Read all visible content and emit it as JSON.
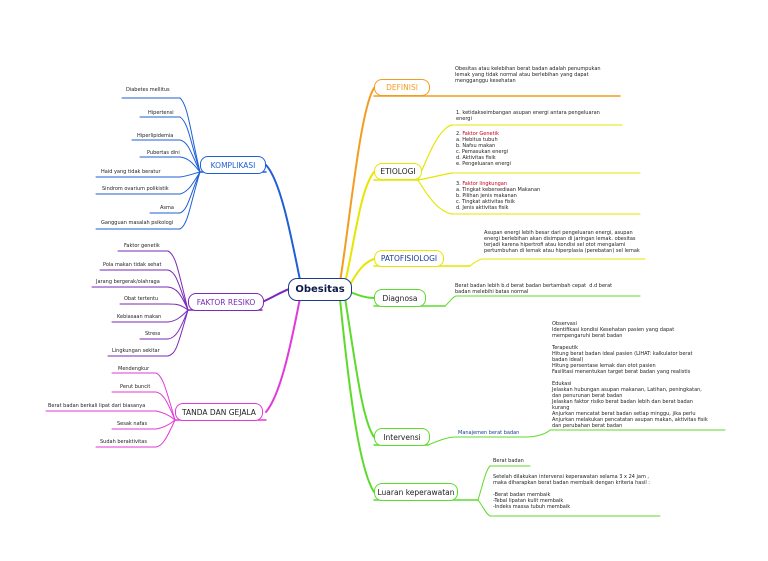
{
  "central": "Obesitas",
  "colors": {
    "definisi": "#f39c1f",
    "etiologi": "#e6e600",
    "patofisiologi": "#e6e600",
    "diagnosa": "#5ddb2b",
    "intervensi": "#5ddb2b",
    "luaran": "#5ddb2b",
    "komplikasi": "#1f5fd6",
    "faktor": "#7a2ab8",
    "tanda": "#e23ad8",
    "central_border": "#1b3a8f"
  },
  "definisi": {
    "label": "DEFINISI",
    "text": "Obesitas atau kelebihan berat badan adalah penumpukan\nlemak yang tidak normal atau berlebihan yang dapat\nmengganggu kesehatan"
  },
  "etiologi": {
    "label": "ETIOLOGI",
    "item1": "1. ketidakseimbangan asupan energi antara pengeluaran\nenergi",
    "item2_num": "2.",
    "item2_title": "Faktor Genetik",
    "item2_body": "a. Hebitus tubuh\nb. Nafsu makan\nc. Pemasukan energi\nd. Aktivitas fisik\ne. Pengeluaran energi",
    "item3_num": "3.",
    "item3_title": "Faktor lingkungan",
    "item3_body": "a. Tingkat kebersediaan Makanan\nb. Pilihan jenis makanan\nc. Tingkat aktivitas fisik\nd. Jenis aktivitas fisik"
  },
  "patofisiologi": {
    "label": "PATOFISIOLOGI",
    "text": "Asupan energi lebih besar dari pengeluaran energi, asupan\nenergi berlebihan akan disimpan di jaringan lemak. obesitas\nterjadi karena hipertrofi atau kondisi sel otot mengalami\npertumbuhan di lemak atau hiperplasia (perebatan) sel lemak"
  },
  "diagnosa": {
    "label": "Diagnosa",
    "text": "Berat badan lebih b.d berat badan bertambah cepat  d.d berat\nbadan melebihi batas normal"
  },
  "intervensi": {
    "label": "Intervensi",
    "sub": "Manajemen berat badan",
    "text": "Observasi\nIdentifikasi kondisi Kesehatan pasien yang dapat\nmempengaruhi berat badan\n\nTerapeutik\nHitung berat badan ideal pasien (LIHAT: kalkulator berat\nbadan ideal)\nHitung persentase lemak dan otot pasien\nFasilitasi menentukan target berat badan yang realistis\n\nEdukasi\nJelaskan hubungan asupan makanan, Latihan, peningkatan,\ndan penurunan berat badan\nJelaskan faktor risiko berat badan lebih dan berat badan\nkurang\nAnjurkan mencatat berat badan setiap minggu, jika perlu\nAnjurkan melakukan pencatatan asupan makan, aktivitas fisik\ndan perubahan berat badan"
  },
  "luaran": {
    "label": "Luaran keperawatan",
    "item1": "Berat badan",
    "item2": "Setelah dilakukan intervensi keperawatan selama 3 x 24 jam ,\nmaka diharapkan berat badan membaik dengan kriteria hasil :\n\n-Berat badan membaik\n-Tebal lipatan kulit membaik\n-Indeks massa tubuh membaik"
  },
  "komplikasi": {
    "label": "KOMPLIKASI",
    "items": [
      "Diabetes mellitus",
      "Hipertensi",
      "Hiperlipidemia",
      "Pubertas dini",
      "Haid yang tidak beratur",
      "Sindrom ovarium polikistik",
      "Asma",
      "Gangguan masalah psikologi"
    ]
  },
  "faktor": {
    "label": "FAKTOR RESIKO",
    "items": [
      "Faktor genetik",
      "Pola makan tidak sehat",
      "Jarang bergerak/olahraga",
      "Obat tertentu",
      "Kebiasaan makan",
      "Stress",
      "Lingkungan sekitar"
    ]
  },
  "tanda": {
    "label": "TANDA DAN GEJALA",
    "items": [
      "Mendengkur",
      "Perut buncit",
      "Berat badan berkali lipat dari biasanya",
      "Sesak nafas",
      "Sudah beraktivitas"
    ]
  }
}
